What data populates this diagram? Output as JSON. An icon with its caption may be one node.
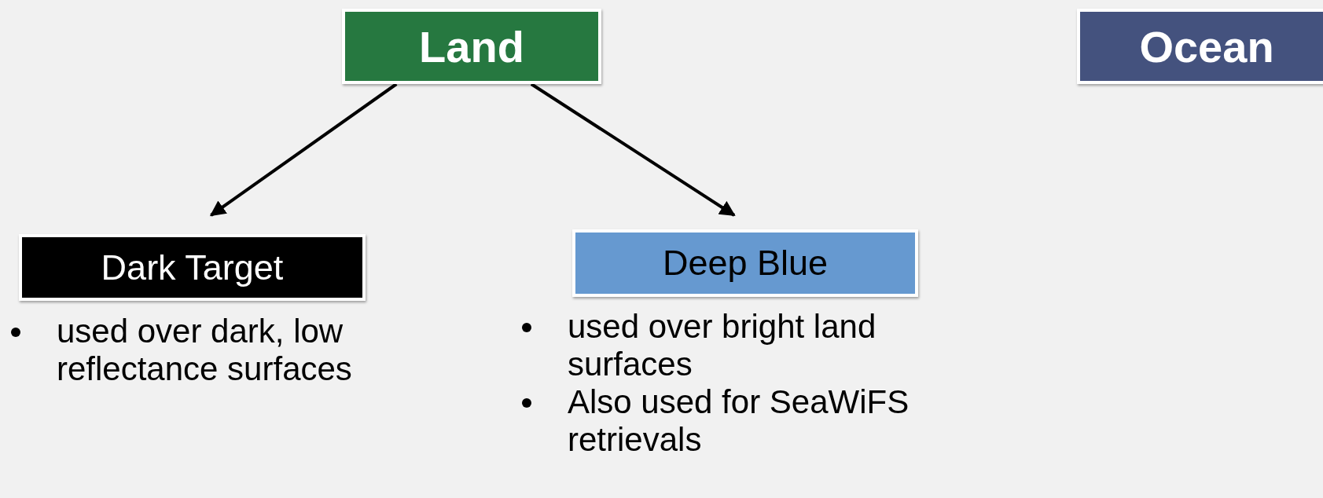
{
  "diagram": {
    "nodes": [
      {
        "text": [
          "Land"
        ]
      },
      {
        "text": [
          "Ocean"
        ]
      },
      {
        "text": [
          "Dark Target"
        ],
        "beside": [
          "used over dark, low reflectance surfaces"
        ]
      },
      {
        "text": [
          "Deep Blue"
        ],
        "beside": [
          "used over bright land surfaces",
          "Also used for SeaWiFS retrievals"
        ]
      }
    ],
    "edges": [
      {
        "from": 0,
        "to": 2,
        "arrow": "to"
      },
      {
        "from": 0,
        "to": 3,
        "arrow": "to"
      }
    ]
  }
}
